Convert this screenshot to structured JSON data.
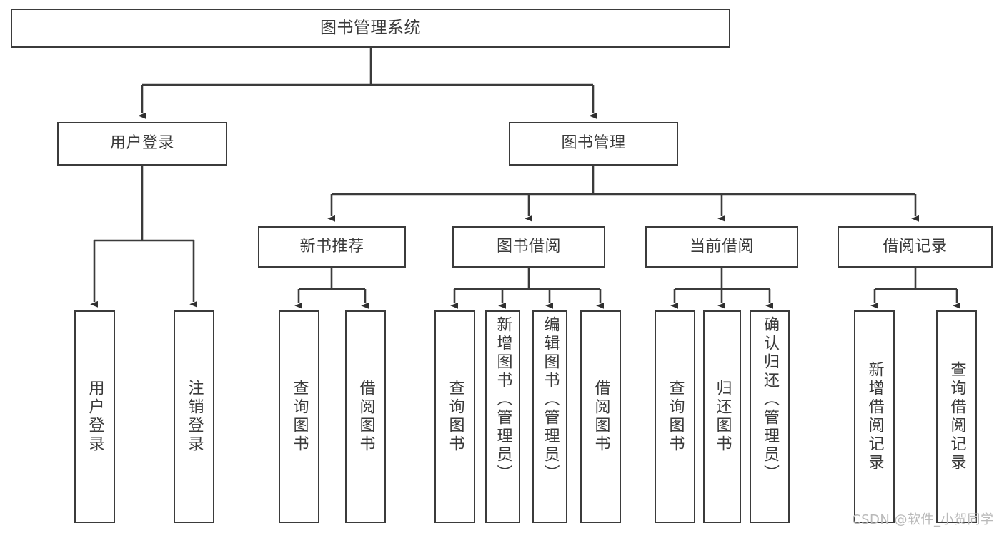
{
  "diagram": {
    "title": "图书管理系统",
    "watermark": "CSDN @软件_小贺同学",
    "line_color": "#3b3b3b",
    "text_color": "#3a3a3a",
    "background_color": "#ffffff",
    "watermark_color": "#b9b9b9",
    "type": "tree-hierarchy",
    "levels": 4,
    "nodes": {
      "root": {
        "label": "图书管理系统"
      },
      "level1": [
        {
          "label": "用户登录"
        },
        {
          "label": "图书管理"
        }
      ],
      "level2": [
        {
          "label": "新书推荐"
        },
        {
          "label": "图书借阅"
        },
        {
          "label": "当前借阅"
        },
        {
          "label": "借阅记录"
        }
      ],
      "leaves_user_login": [
        {
          "label": "用户登录"
        },
        {
          "label": "注销登录"
        }
      ],
      "leaves_new_book": [
        {
          "label": "查询图书"
        },
        {
          "label": "借阅图书"
        }
      ],
      "leaves_borrow": [
        {
          "label": "查询图书"
        },
        {
          "label": "新增图书（管理员）"
        },
        {
          "label": "编辑图书（管理员）"
        },
        {
          "label": "借阅图书"
        }
      ],
      "leaves_current": [
        {
          "label": "查询图书"
        },
        {
          "label": "归还图书"
        },
        {
          "label": "确认归还（管理员）"
        }
      ],
      "leaves_records": [
        {
          "label": "新增借阅记录"
        },
        {
          "label": "查询借阅记录"
        }
      ]
    }
  }
}
